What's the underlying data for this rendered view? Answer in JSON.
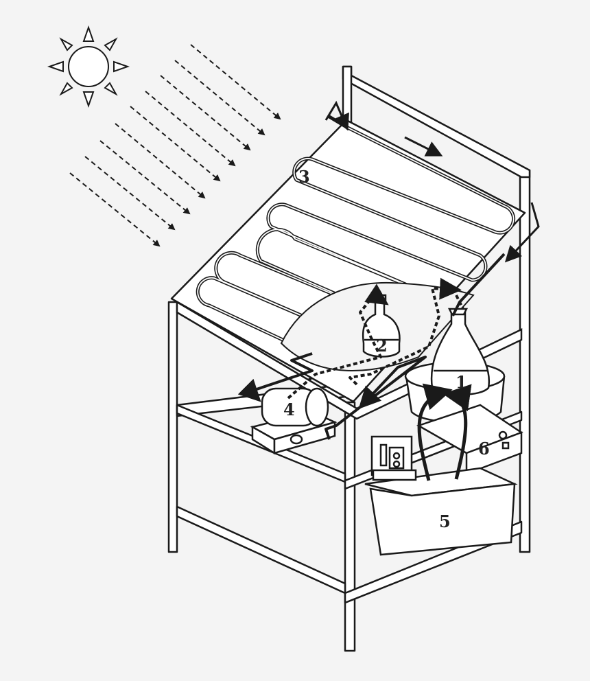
{
  "labels": {
    "flask": "1",
    "bottle": "2",
    "collector": "3",
    "pump": "4",
    "bath": "5",
    "stirrer": "6"
  },
  "colors": {
    "background": "#f4f4f4",
    "ink": "#1a1a1a",
    "fill": "#ffffff"
  }
}
